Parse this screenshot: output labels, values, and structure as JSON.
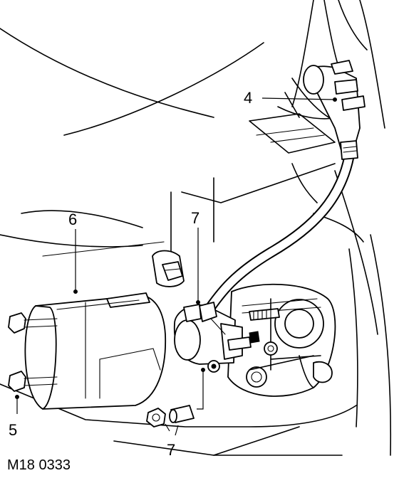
{
  "callouts": {
    "label_4": "4",
    "label_6": "6",
    "label_7_top": "7",
    "label_5": "5",
    "label_7_bottom": "7"
  },
  "figure_ref": "M18 0333"
}
